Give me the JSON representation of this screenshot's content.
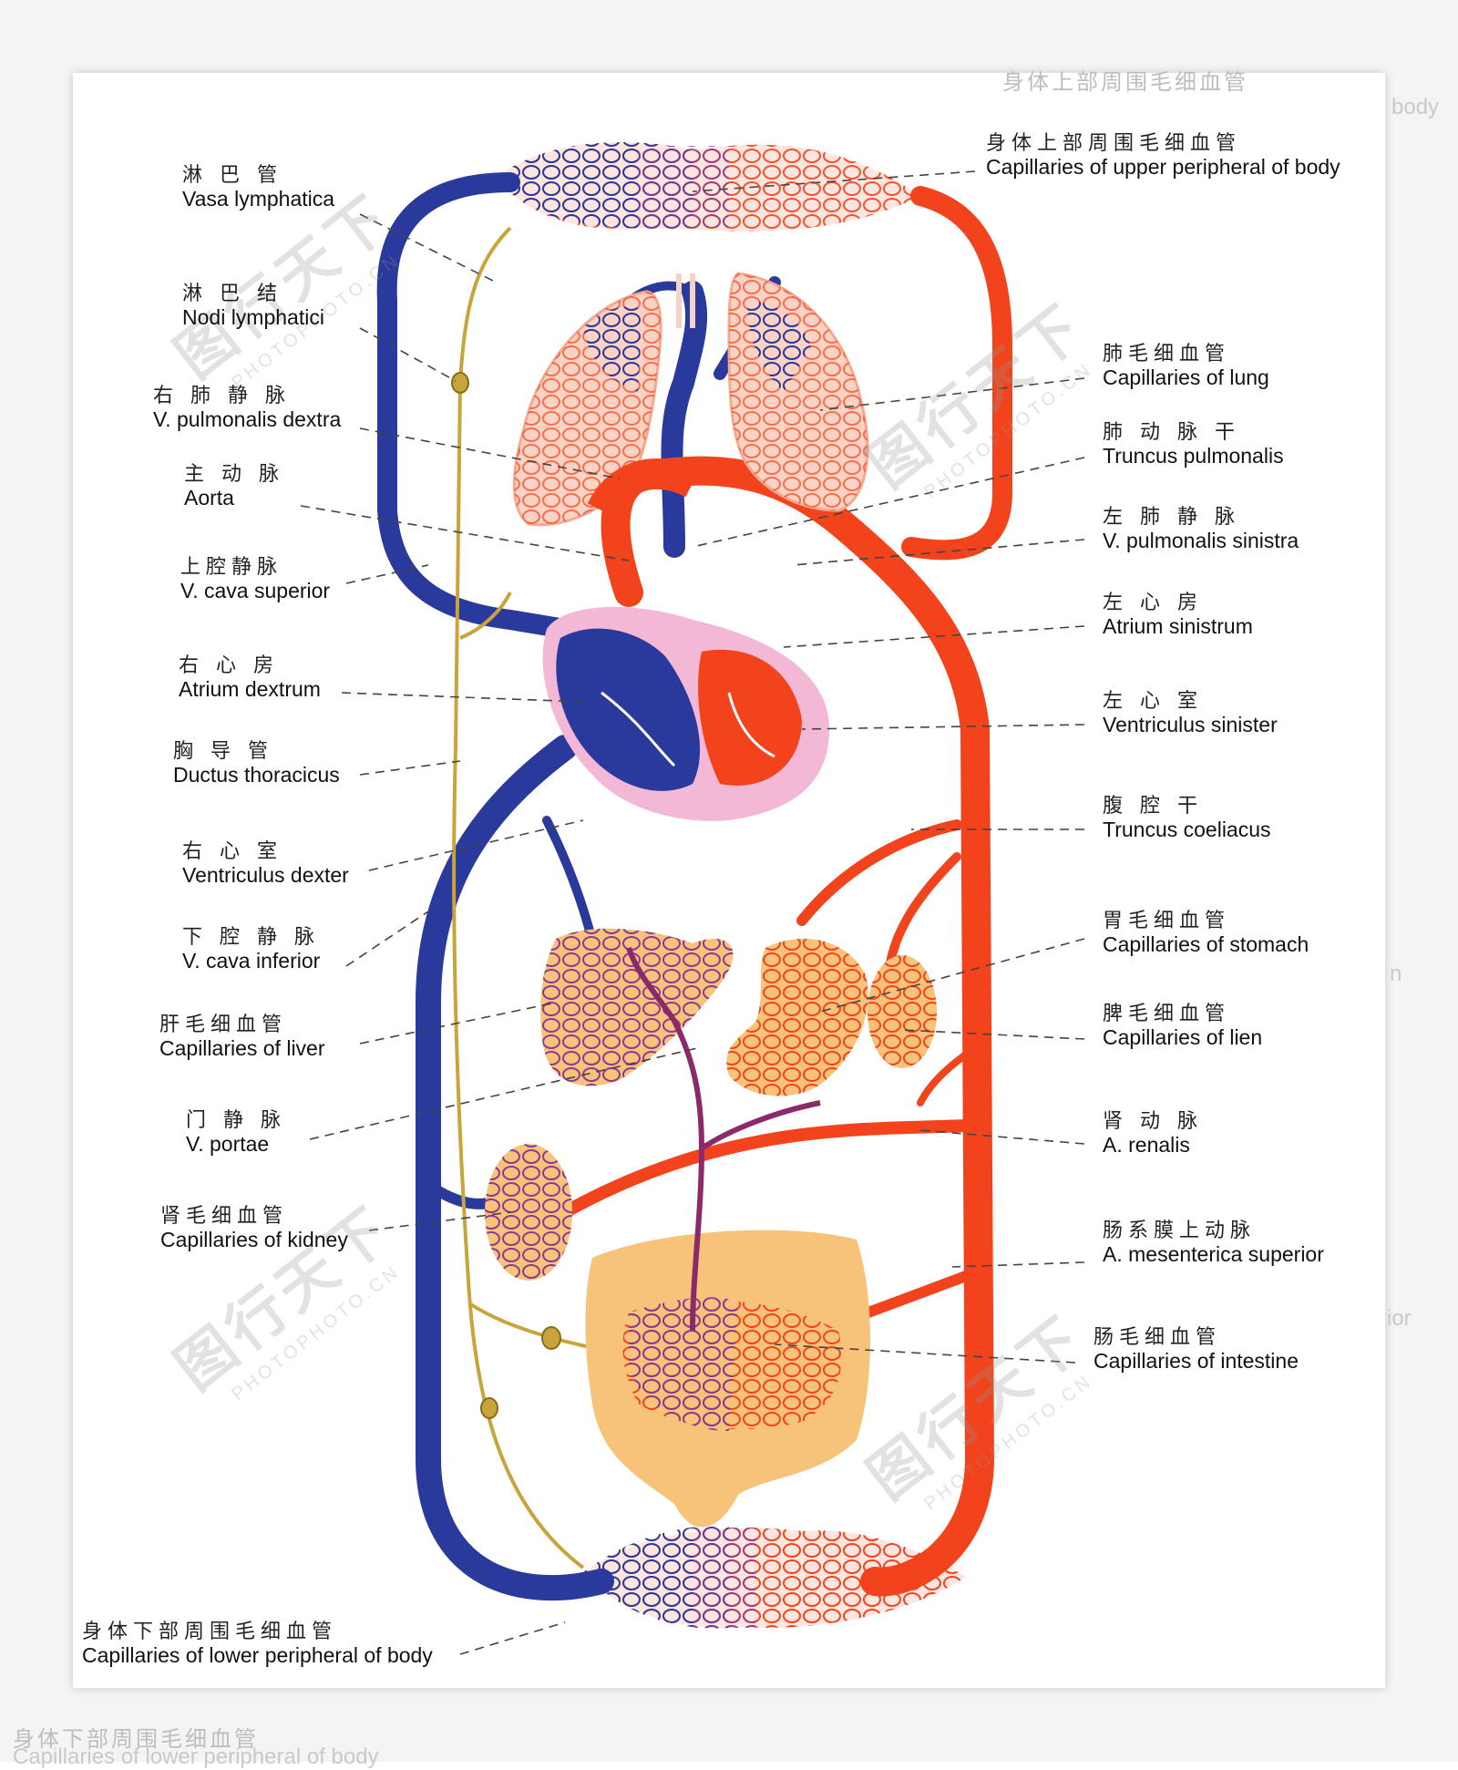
{
  "labels": {
    "vasa_lymphatica": {
      "cn": "淋 巴 管",
      "en": "Vasa lymphatica"
    },
    "nodi_lymphatici": {
      "cn": "淋 巴 结",
      "en": "Nodi lymphatici"
    },
    "v_pulmonalis_dextra": {
      "cn": "右 肺 静 脉",
      "en": "V. pulmonalis dextra"
    },
    "aorta": {
      "cn": "主 动 脉",
      "en": "Aorta"
    },
    "v_cava_superior": {
      "cn": "上腔静脉",
      "en": "V. cava superior"
    },
    "atrium_dextrum": {
      "cn": "右 心 房",
      "en": "Atrium dextrum"
    },
    "ductus_thoracicus": {
      "cn": "胸 导 管",
      "en": "Ductus thoracicus"
    },
    "ventriculus_dexter": {
      "cn": "右 心 室",
      "en": "Ventriculus dexter"
    },
    "v_cava_inferior": {
      "cn": "下 腔 静 脉",
      "en": "V. cava inferior"
    },
    "capillaries_liver": {
      "cn": "肝毛细血管",
      "en": "Capillaries of liver"
    },
    "v_portae": {
      "cn": "门 静 脉",
      "en": "V. portae"
    },
    "capillaries_kidney": {
      "cn": "肾毛细血管",
      "en": "Capillaries of kidney"
    },
    "capillaries_lower_body": {
      "cn": "身体下部周围毛细血管",
      "en": "Capillaries of lower peripheral of body"
    },
    "capillaries_upper_body": {
      "cn": "身体上部周围毛细血管",
      "en": "Capillaries of upper peripheral of body"
    },
    "capillaries_lung": {
      "cn": "肺毛细血管",
      "en": "Capillaries of lung"
    },
    "truncus_pulmonalis": {
      "cn": "肺 动 脉 干",
      "en": "Truncus pulmonalis"
    },
    "v_pulmonalis_sinistra": {
      "cn": "左 肺 静 脉",
      "en": "V. pulmonalis sinistra"
    },
    "atrium_sinistrum": {
      "cn": "左 心 房",
      "en": "Atrium sinistrum"
    },
    "ventriculus_sinister": {
      "cn": "左 心 室",
      "en": "Ventriculus sinister"
    },
    "truncus_coeliacus": {
      "cn": "腹 腔 干",
      "en": "Truncus coeliacus"
    },
    "capillaries_stomach": {
      "cn": "胃毛细血管",
      "en": "Capillaries of stomach"
    },
    "capillaries_lien": {
      "cn": "脾毛细血管",
      "en": "Capillaries of lien"
    },
    "a_renalis": {
      "cn": "肾 动 脉",
      "en": "A. renalis"
    },
    "a_mesenterica_superior": {
      "cn": "肠系膜上动脉",
      "en": "A. mesenterica superior"
    },
    "capillaries_intestine": {
      "cn": "肠毛细血管",
      "en": "Capillaries of intestine"
    }
  },
  "background_ghost": {
    "top_cn": "身体上部周围毛细血管",
    "top_en": "body",
    "right_mid": "n",
    "right_low": "ior",
    "bottom_cn": "身体下部周围毛细血管",
    "bottom_en": "Capillaries of lower peripheral of body"
  },
  "watermark": {
    "logo_text": "图行天下",
    "site_text": "PHOTOPHOTO.CN"
  },
  "colors": {
    "arterial": "#f2431c",
    "venous": "#2a3a9c",
    "lymph": "#c8a43a",
    "heart_pericardium": "#f2b8d6",
    "organ_tissue": "#f7c27a",
    "leader_line": "#444444"
  }
}
